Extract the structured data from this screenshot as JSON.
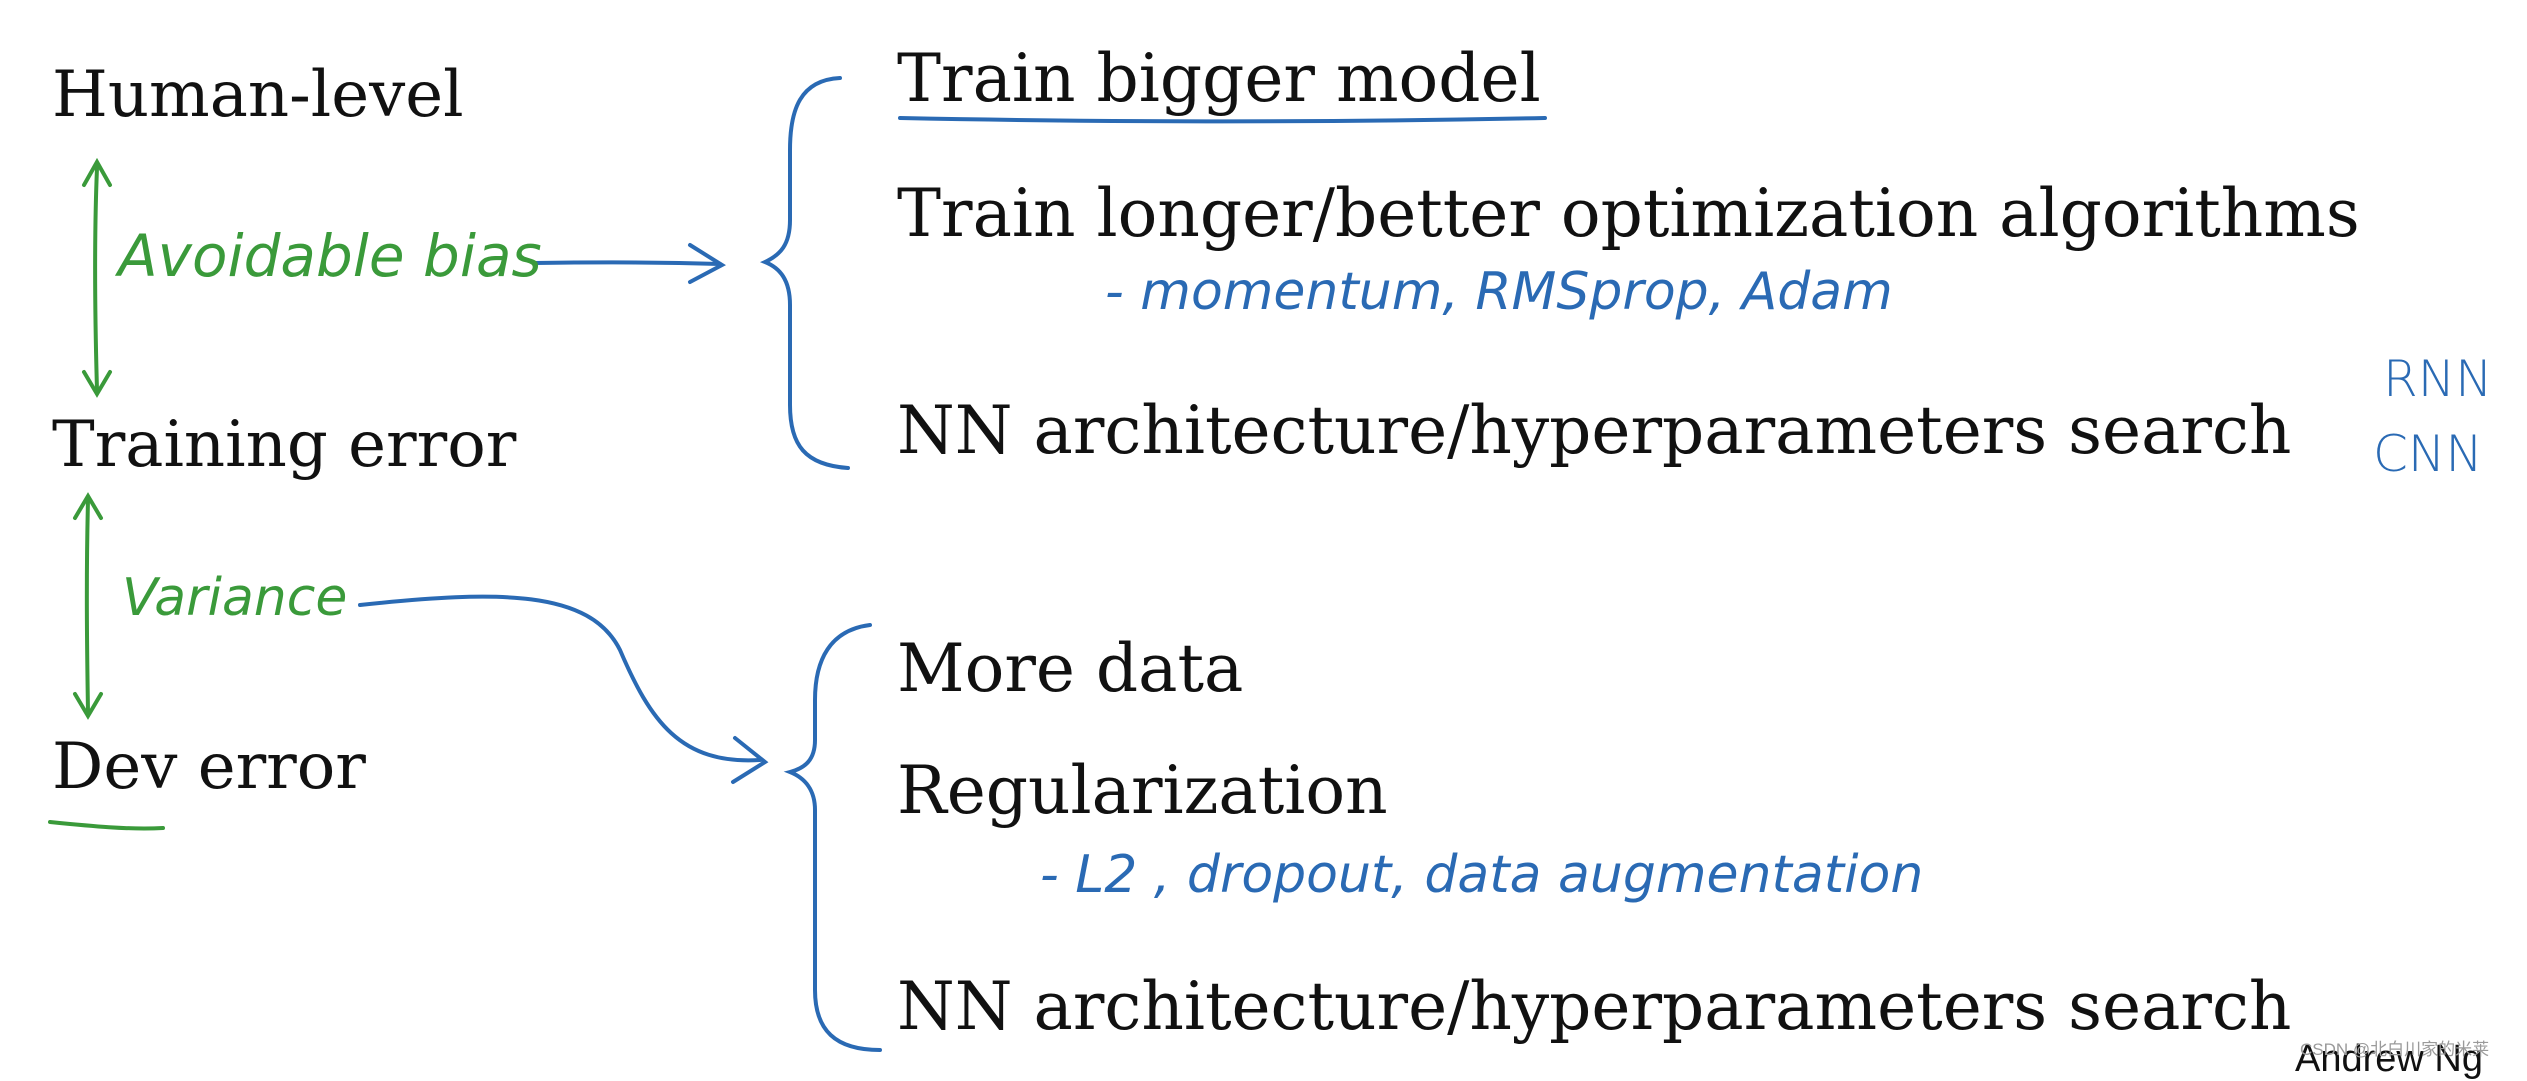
{
  "levels": {
    "human_level": "Human-level",
    "training_error": "Training error",
    "dev_error": "Dev error"
  },
  "gaps": {
    "avoidable_bias": "Avoidable bias",
    "variance": "Variance"
  },
  "bias_actions": {
    "items": [
      "Train bigger model",
      "Train longer/better optimization algorithms",
      "NN architecture/hyperparameters search"
    ],
    "optimizers_note": "- momentum, RMSprop, Adam",
    "architectures": [
      "RNN",
      "CNN"
    ]
  },
  "variance_actions": {
    "items": [
      "More data",
      "Regularization",
      "NN architecture/hyperparameters search"
    ],
    "regularization_note": "- L2 , dropout, data augmentation"
  },
  "footer_text": "Andrew Ng",
  "watermark": "CSDN @北白川家的米莱",
  "colors": {
    "green_ink": "#3a9a3a",
    "blue_ink": "#2a6ab4",
    "text": "#111111",
    "background": "#ffffff"
  }
}
